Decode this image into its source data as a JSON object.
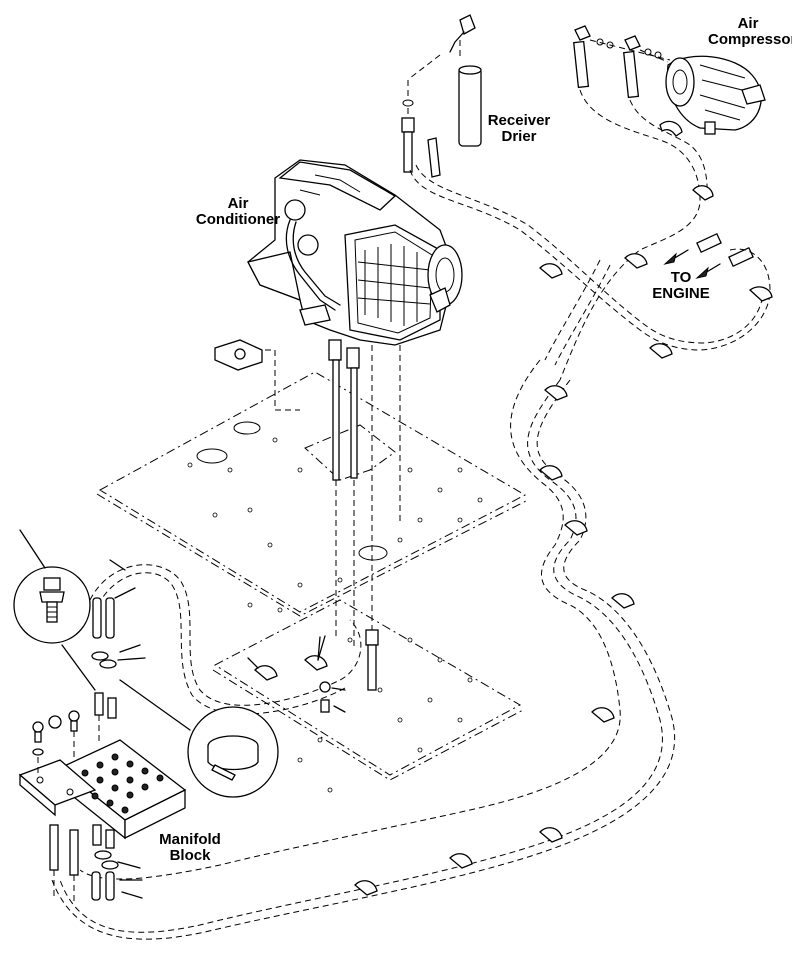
{
  "labels": {
    "air_compressor": [
      "Air",
      "Compressor"
    ],
    "receiver_drier": [
      "Receiver",
      "Drier"
    ],
    "air_conditioner": [
      "Air",
      "Conditioner"
    ],
    "to_engine": [
      "TO",
      "ENGINE"
    ],
    "manifold_block": [
      "Manifold",
      "Block"
    ]
  }
}
